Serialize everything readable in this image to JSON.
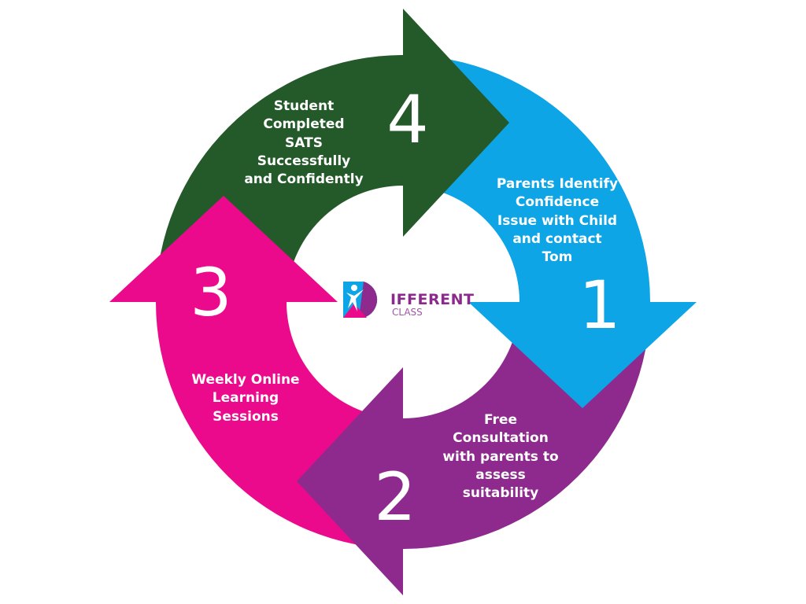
{
  "colors": {
    "step1": "#0ea5e6",
    "step2": "#8e2a8e",
    "step3": "#ec0a8c",
    "step4": "#245a2a"
  },
  "logo": {
    "word": "IFFERENT",
    "subword": "CLASS"
  },
  "steps": [
    {
      "number": "1",
      "lines": [
        "Parents Identify",
        "Confidence",
        "Issue with Child",
        "and contact",
        "Tom"
      ]
    },
    {
      "number": "2",
      "lines": [
        "Free",
        "Consultation",
        "with parents to",
        "assess",
        "suitability"
      ]
    },
    {
      "number": "3",
      "lines": [
        "Weekly Online",
        "Learning",
        "Sessions"
      ]
    },
    {
      "number": "4",
      "lines": [
        "Student",
        "Completed",
        "SATS",
        "Successfully",
        "and Confidently"
      ]
    }
  ]
}
